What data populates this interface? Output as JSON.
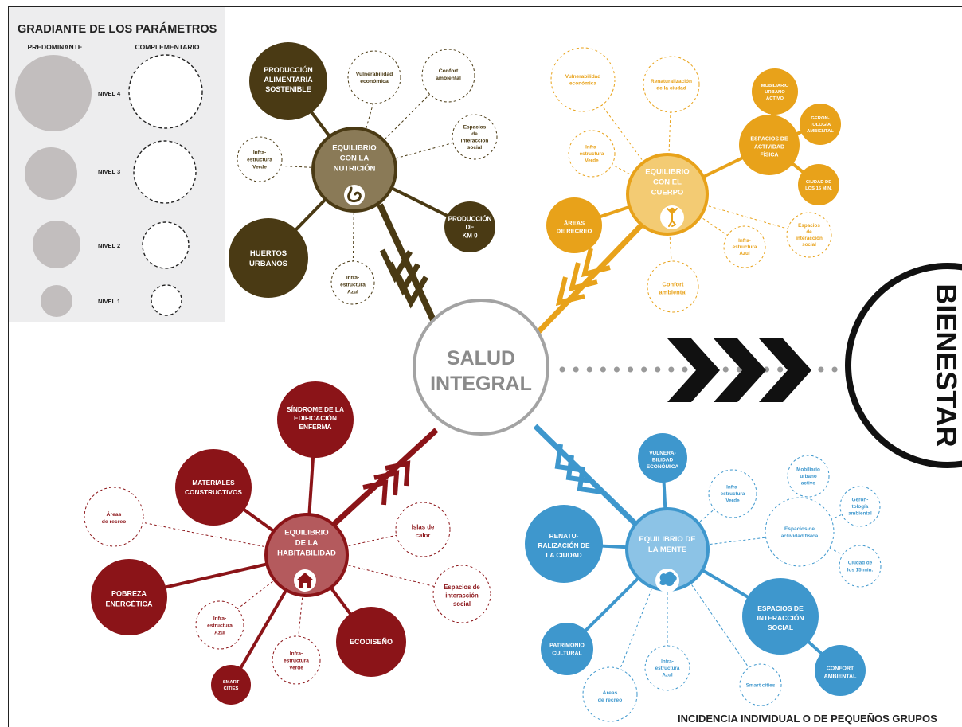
{
  "legend": {
    "title": "GRADIANTE DE LOS PARÁMETROS",
    "col_predominant": "PREDOMINANTE",
    "col_complementary": "COMPLEMENTARIO",
    "levels": [
      "NIVEL 4",
      "NIVEL 3",
      "NIVEL 2",
      "NIVEL 1"
    ]
  },
  "colors": {
    "nutrition": "#4a3a14",
    "nutrition_hub": "#8a7a57",
    "body": "#e8a21a",
    "body_hub": "#f3cb73",
    "habitability": "#8b1418",
    "habitability_hub": "#b45a5d",
    "mind": "#3e97cd",
    "mind_hub": "#8cc3e6",
    "center_ring": "#a3a3a3",
    "level_gray": "#c2bebe"
  },
  "center": {
    "label": [
      "SALUD",
      "INTEGRAL"
    ]
  },
  "goal": {
    "label": "BIENESTAR"
  },
  "footer": "INCIDENCIA INDIVIDUAL O DE PEQUEÑOS GRUPOS",
  "clusters": {
    "nutrition": {
      "hub": [
        "EQUILIBRIO",
        "CON LA",
        "NUTRICIÓN"
      ],
      "hub_icon": "stomach-icon",
      "nodes": [
        [
          "PRODUCCIÓN",
          "ALIMENTARIA",
          "SOSTENIBLE"
        ],
        [
          "HUERTOS",
          "URBANOS"
        ],
        [
          "PRODUCCIÓN",
          "DE",
          "KM 0"
        ],
        [
          "Vulnerabilidad",
          "económica"
        ],
        [
          "Confort",
          "ambiental"
        ],
        [
          "Espacios",
          "de",
          "interacción",
          "social"
        ],
        [
          "Infra-",
          "estructura",
          "Verde"
        ],
        [
          "Infra-",
          "estructura",
          "Azul"
        ]
      ]
    },
    "body": {
      "hub": [
        "EQUILIBRIO",
        "CON EL",
        "CUERPO"
      ],
      "hub_icon": "yoga-figure-icon",
      "nodes": [
        [
          "ESPACIOS DE",
          "ACTIVIDAD",
          "FÍSICA"
        ],
        [
          "MOBILIARIO",
          "URBANO",
          "ACTIVO"
        ],
        [
          "GERON-",
          "TOLOGÍA",
          "AMBIENTAL"
        ],
        [
          "CIUDAD DE",
          "LOS 15 MIN."
        ],
        [
          "ÁREAS",
          "DE RECREO"
        ],
        [
          "Vulnerabilidad",
          "económica"
        ],
        [
          "Renaturalización",
          "de la ciudad"
        ],
        [
          "Infra-",
          "estructura",
          "Verde"
        ],
        [
          "Espacios",
          "de",
          "interacción",
          "social"
        ],
        [
          "Infra-",
          "estructura",
          "Azul"
        ],
        [
          "Confort",
          "ambiental"
        ]
      ]
    },
    "habitability": {
      "hub": [
        "EQUILIBRIO",
        "DE LA",
        "HABITABILIDAD"
      ],
      "hub_icon": "house-icon",
      "nodes": [
        [
          "SÍNDROME DE LA",
          "EDIFICACIÓN",
          "ENFERMA"
        ],
        [
          "MATERIALES",
          "CONSTRUCTIVOS"
        ],
        [
          "POBREZA",
          "ENERGÉTICA"
        ],
        [
          "ECODISEÑO"
        ],
        [
          "SMART",
          "CITIES"
        ],
        [
          "Áreas",
          "de recreo"
        ],
        [
          "Islas de",
          "calor"
        ],
        [
          "Espacios de",
          "interacción",
          "social"
        ],
        [
          "Infra-",
          "estructura",
          "Azul"
        ],
        [
          "Infra-",
          "estructura",
          "Verde"
        ]
      ]
    },
    "mind": {
      "hub": [
        "EQUILIBRIO DE",
        "LA MENTE"
      ],
      "hub_icon": "brain-icon",
      "nodes": [
        [
          "VULNERA-",
          "BILIDAD",
          "ECONÓMICA"
        ],
        [
          "RENATU-",
          "RALIZACIÓN DE",
          "LA CIUDAD"
        ],
        [
          "ESPACIOS DE",
          "INTERACCIÓN",
          "SOCIAL"
        ],
        [
          "CONFORT",
          "AMBIENTAL"
        ],
        [
          "PATRIMONIO",
          "CULTURAL"
        ],
        [
          "Infra-",
          "estructura",
          "Verde"
        ],
        [
          "Mobiliario",
          "urbano",
          "activo"
        ],
        [
          "Geron-",
          "tología",
          "ambiental"
        ],
        [
          "Espacios de",
          "actividad física"
        ],
        [
          "Ciudad de",
          "los 15 min."
        ],
        [
          "Infra-",
          "estructura",
          "Azul"
        ],
        [
          "Áreas",
          "de recreo"
        ],
        [
          "Smart cities"
        ]
      ]
    }
  }
}
